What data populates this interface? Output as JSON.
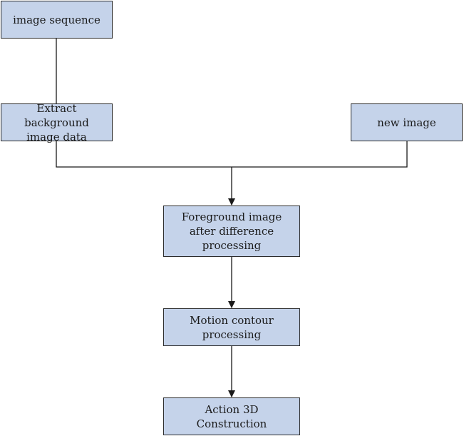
{
  "nodes": {
    "image_sequence": "image sequence",
    "extract_background": [
      "Extract background",
      "image data"
    ],
    "new_image": "new image",
    "foreground": [
      "Foreground image",
      "after difference",
      "processing"
    ],
    "motion_contour": [
      "Motion contour",
      "processing"
    ],
    "action_3d": [
      "Action 3D",
      "Construction"
    ]
  },
  "colors": {
    "node_fill": "#c5d3ea",
    "node_border": "#2b2b2b",
    "connector": "#1a1a1a"
  }
}
